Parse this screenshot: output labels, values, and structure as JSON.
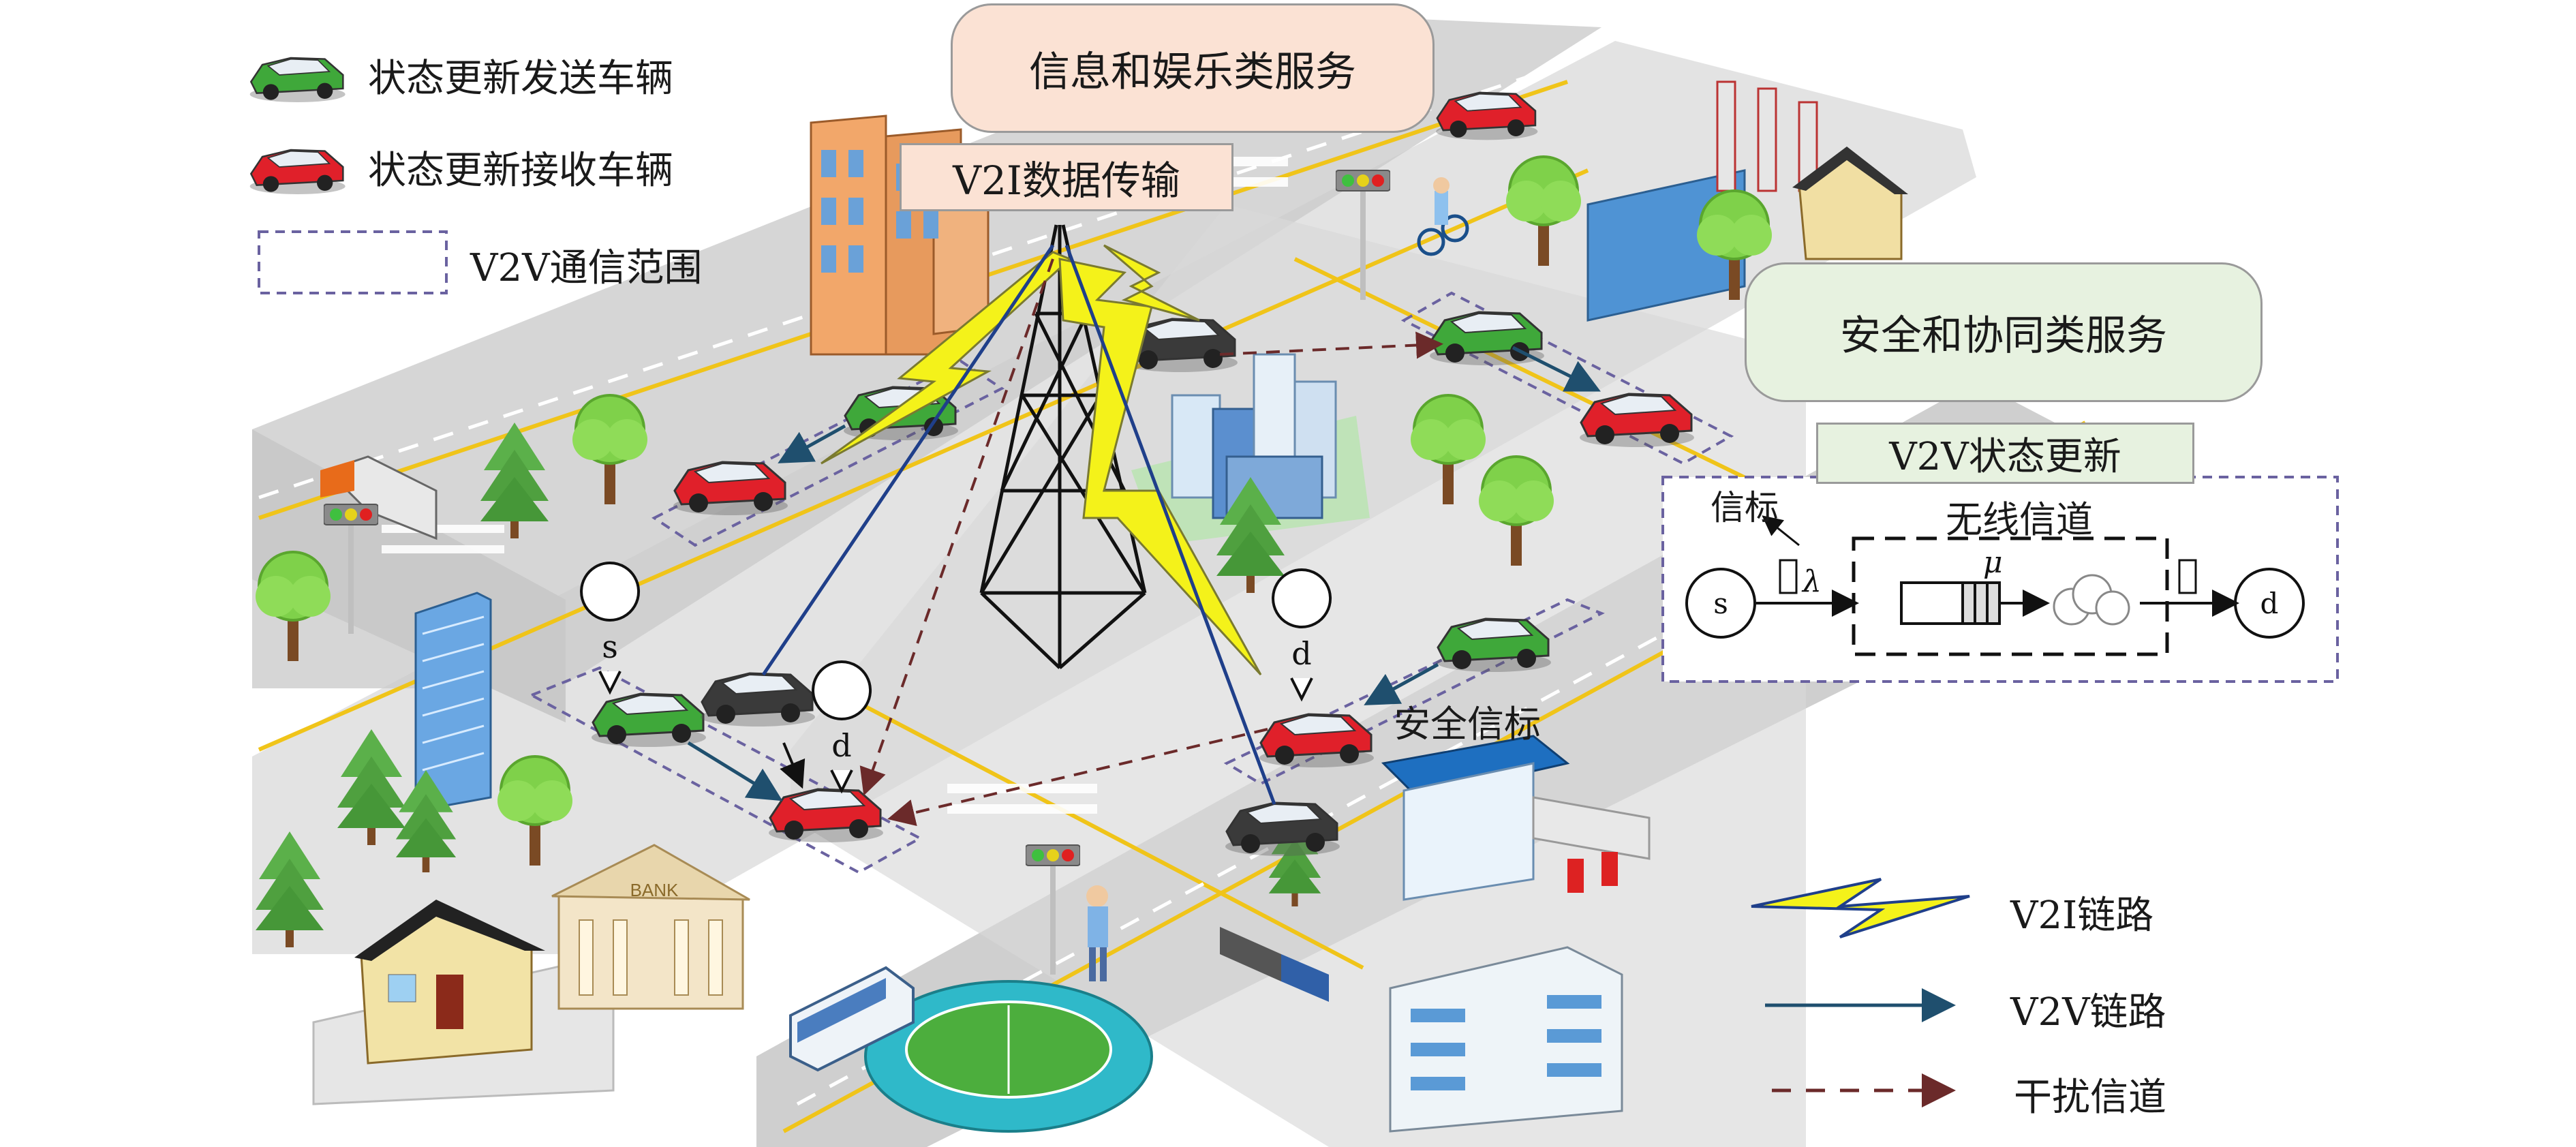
{
  "legend_top": {
    "sender": "状态更新发送车辆",
    "receiver": "状态更新接收车辆",
    "range": "V2V通信范围"
  },
  "labels": {
    "infotainment": "信息和娱乐类服务",
    "v2i_data": "V2I数据传输",
    "safety_services": "安全和协同类服务",
    "v2v_update": "V2V状态更新",
    "safety_beacon": "安全信标",
    "bank_sign": "BANK"
  },
  "queue_model": {
    "beacon": "信标",
    "channel": "无线信道",
    "source": "s",
    "dest": "d",
    "lambda": "λ",
    "mu": "μ"
  },
  "markers": {
    "s": "s",
    "d1": "d",
    "d2": "d"
  },
  "legend_bottom": {
    "v2i": "V2I链路",
    "v2v": "V2V链路",
    "interference": "干扰信道"
  },
  "colors": {
    "sender_car": "#3fa83a",
    "receiver_car": "#e0202a",
    "road": "#cfcfcf",
    "v2i_bolt": "#f4f21a",
    "v2v_arrow": "#1f4f6e",
    "interference": "#6b2a2a",
    "range_box": "#6a62a0"
  }
}
